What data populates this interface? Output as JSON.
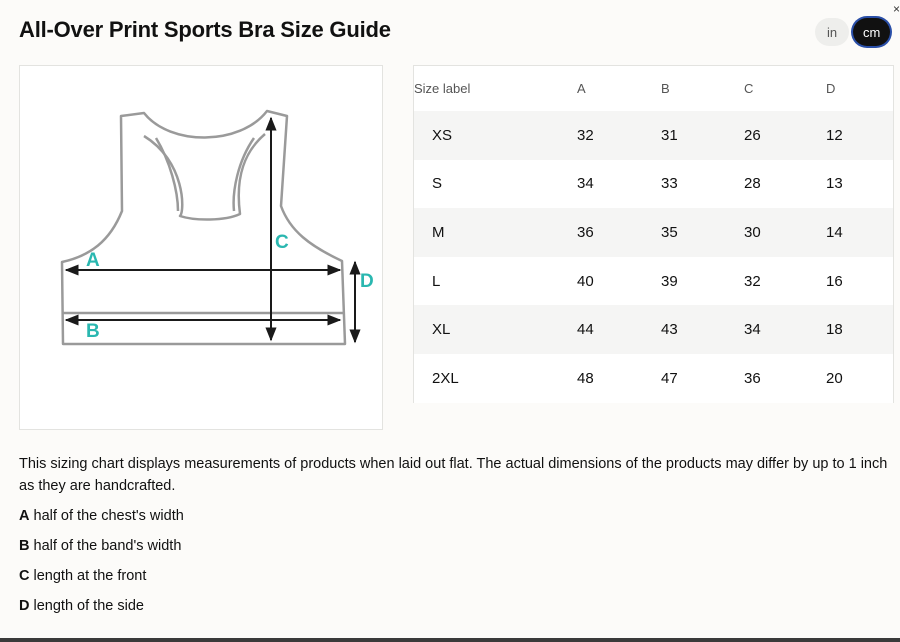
{
  "title": "All-Over Print Sports Bra Size Guide",
  "units": {
    "in_label": "in",
    "cm_label": "cm",
    "selected": "cm"
  },
  "close_label": "×",
  "diagram": {
    "labels": {
      "a": "A",
      "b": "B",
      "c": "C",
      "d": "D"
    },
    "colors": {
      "outline": "#9a9a9a",
      "arrow": "#1a1a1a",
      "label": "#2ab7b0"
    }
  },
  "table": {
    "headers": [
      "Size label",
      "A",
      "B",
      "C",
      "D"
    ],
    "rows": [
      [
        "XS",
        "32",
        "31",
        "26",
        "12"
      ],
      [
        "S",
        "34",
        "33",
        "28",
        "13"
      ],
      [
        "M",
        "36",
        "35",
        "30",
        "14"
      ],
      [
        "L",
        "40",
        "39",
        "32",
        "16"
      ],
      [
        "XL",
        "44",
        "43",
        "34",
        "18"
      ],
      [
        "2XL",
        "48",
        "47",
        "36",
        "20"
      ]
    ]
  },
  "description": "This sizing chart displays measurements of products when laid out flat. The actual dimensions of the products may differ by up to 1 inch as they are handcrafted.",
  "legend": [
    {
      "key": "A",
      "text": " half of the chest's width"
    },
    {
      "key": "B",
      "text": " half of the band's width"
    },
    {
      "key": "C",
      "text": " length at the front"
    },
    {
      "key": "D",
      "text": " length of the side"
    }
  ]
}
